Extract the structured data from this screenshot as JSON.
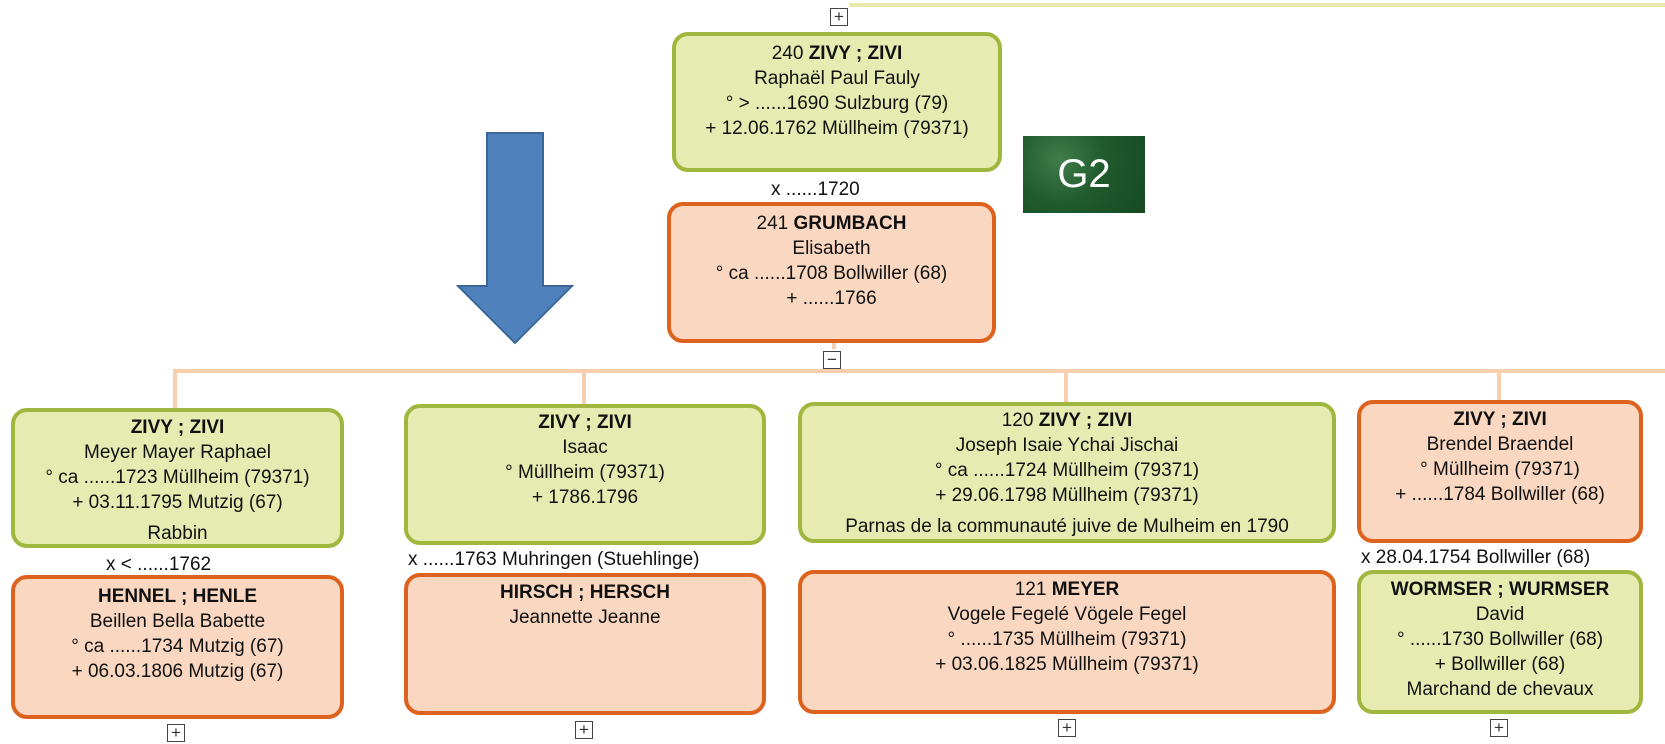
{
  "colors": {
    "male_fill": "#e6ebb1",
    "male_border": "#9fb73f",
    "female_fill": "#fad7c0",
    "female_border": "#dd621d",
    "connector": "#f7cfae",
    "arrow": "#4f81bd",
    "badge": "#1f5a2c"
  },
  "badge": "G2",
  "toggles": {
    "top": "+",
    "collapse": "−",
    "child1": "+",
    "child2": "+",
    "child3": "+",
    "child4": "+"
  },
  "parents": {
    "father": {
      "num": "240",
      "surname": "ZIVY ; ZIVI",
      "given": "Raphaël Paul Fauly",
      "birth": "° > ......1690 Sulzburg (79)",
      "death": "+ 12.06.1762 Müllheim (79371)"
    },
    "marriage": "x ......1720",
    "mother": {
      "num": "241",
      "surname": "GRUMBACH",
      "given": "Elisabeth",
      "birth": "° ca ......1708 Bollwiller (68)",
      "death": "+ ......1766"
    }
  },
  "children": [
    {
      "child": {
        "surname": "ZIVY ; ZIVI",
        "given": "Meyer Mayer Raphael",
        "birth": "° ca ......1723 Müllheim (79371)",
        "death": "+ 03.11.1795 Mutzig (67)",
        "note": "Rabbin"
      },
      "marriage": "x < ......1762",
      "spouse": {
        "surname": "HENNEL ; HENLE",
        "given": "Beillen Bella Babette",
        "birth": "° ca ......1734 Mutzig (67)",
        "death": "+ 06.03.1806 Mutzig (67)"
      }
    },
    {
      "child": {
        "surname": "ZIVY ; ZIVI",
        "given": "Isaac",
        "birth": "° Müllheim (79371)",
        "death": "+ 1786.1796"
      },
      "marriage": "x ......1763 Muhringen (Stuehlinge)",
      "spouse": {
        "surname": "HIRSCH ; HERSCH",
        "given": "Jeannette Jeanne"
      }
    },
    {
      "child": {
        "num": "120",
        "surname": "ZIVY ; ZIVI",
        "given": "Joseph Isaie Ychai Jischai",
        "birth": "° ca ......1724 Müllheim (79371)",
        "death": "+ 29.06.1798 Müllheim (79371)",
        "note": "Parnas de la communauté juive de Mulheim en 1790"
      },
      "spouse": {
        "num": "121",
        "surname": "MEYER",
        "given": "Vogele Fegelé Vögele Fegel",
        "birth": "° ......1735 Müllheim (79371)",
        "death": "+ 03.06.1825 Müllheim (79371)"
      }
    },
    {
      "child": {
        "surname": "ZIVY ; ZIVI",
        "given": "Brendel Braendel",
        "birth": "° Müllheim (79371)",
        "death": "+ ......1784 Bollwiller (68)"
      },
      "marriage": "x 28.04.1754 Bollwiller (68)",
      "spouse": {
        "surname": "WORMSER ; WURMSER",
        "given": "David",
        "birth": "° ......1730 Bollwiller (68)",
        "death": "+ Bollwiller (68)",
        "note": "Marchand de chevaux"
      }
    }
  ]
}
